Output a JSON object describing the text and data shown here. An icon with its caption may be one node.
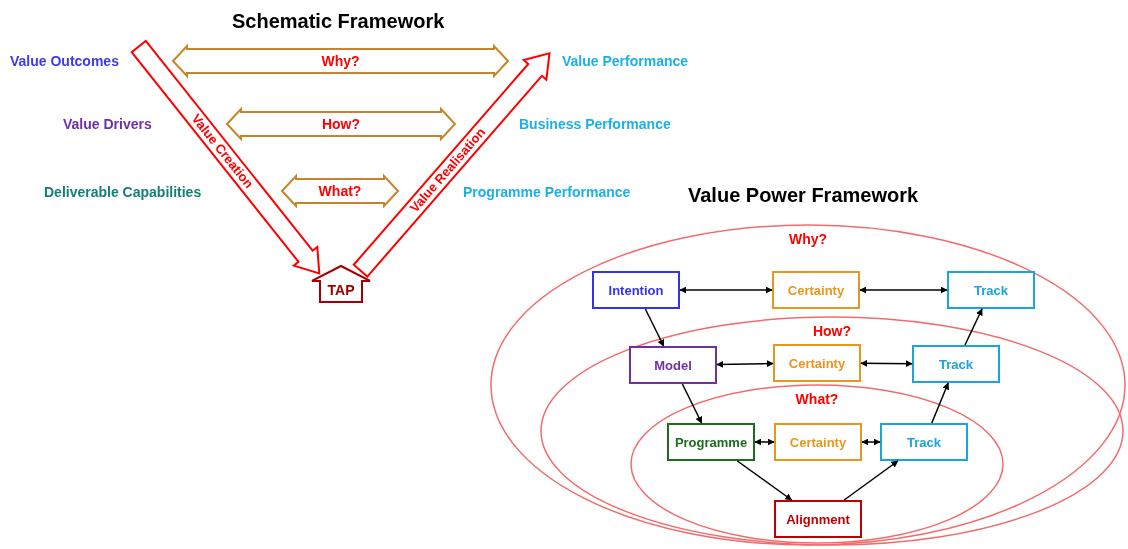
{
  "diagram": {
    "title": "Schematic Framework",
    "nodes": [
      {
        "text": [
          "Why?"
        ]
      },
      {
        "text": [
          "How?"
        ]
      },
      {
        "text": [
          "What?"
        ]
      },
      {
        "text": [
          "Value Creation"
        ]
      },
      {
        "text": [
          "Value Realisation"
        ]
      },
      {
        "text": [
          "TAP"
        ]
      },
      {
        "text": [
          "Why?"
        ]
      },
      {
        "text": [
          "How?"
        ],
        "in": 6
      },
      {
        "text": [
          "What?"
        ],
        "in": 7
      },
      {
        "text": [
          "Intention"
        ],
        "in": 6
      },
      {
        "text": [
          "Certainty"
        ],
        "in": 6
      },
      {
        "text": [
          "Track"
        ],
        "in": 6
      },
      {
        "text": [
          "Model"
        ],
        "in": 7
      },
      {
        "text": [
          "Certainty"
        ],
        "in": 7
      },
      {
        "text": [
          "Track"
        ],
        "in": 7
      },
      {
        "text": [
          "Programme"
        ],
        "in": 8
      },
      {
        "text": [
          "Certainty"
        ],
        "in": 8
      },
      {
        "text": [
          "Track"
        ],
        "in": 8
      },
      {
        "text": [
          "Alignment"
        ],
        "in": 8
      }
    ],
    "edges": [
      {
        "from": 9,
        "to": 10,
        "arrow": "both"
      },
      {
        "from": 10,
        "to": 11,
        "arrow": "both"
      },
      {
        "from": 9,
        "to": 12,
        "arrow": "to"
      },
      {
        "from": 12,
        "to": 13,
        "arrow": "both"
      },
      {
        "from": 13,
        "to": 14,
        "arrow": "both"
      },
      {
        "from": 14,
        "to": 11,
        "arrow": "to"
      },
      {
        "from": 12,
        "to": 15,
        "arrow": "to"
      },
      {
        "from": 15,
        "to": 16,
        "arrow": "both"
      },
      {
        "from": 16,
        "to": 17,
        "arrow": "both"
      },
      {
        "from": 15,
        "to": 18,
        "arrow": "to"
      },
      {
        "from": 18,
        "to": 17,
        "arrow": "to"
      },
      {
        "from": 17,
        "to": 14,
        "arrow": "to"
      }
    ],
    "labels": [
      "Value Outcomes",
      "Value Performance",
      "Value Drivers",
      "Business Performance",
      "Deliverable Capabilities",
      "Programme Performance",
      "Value Power Framework"
    ]
  }
}
